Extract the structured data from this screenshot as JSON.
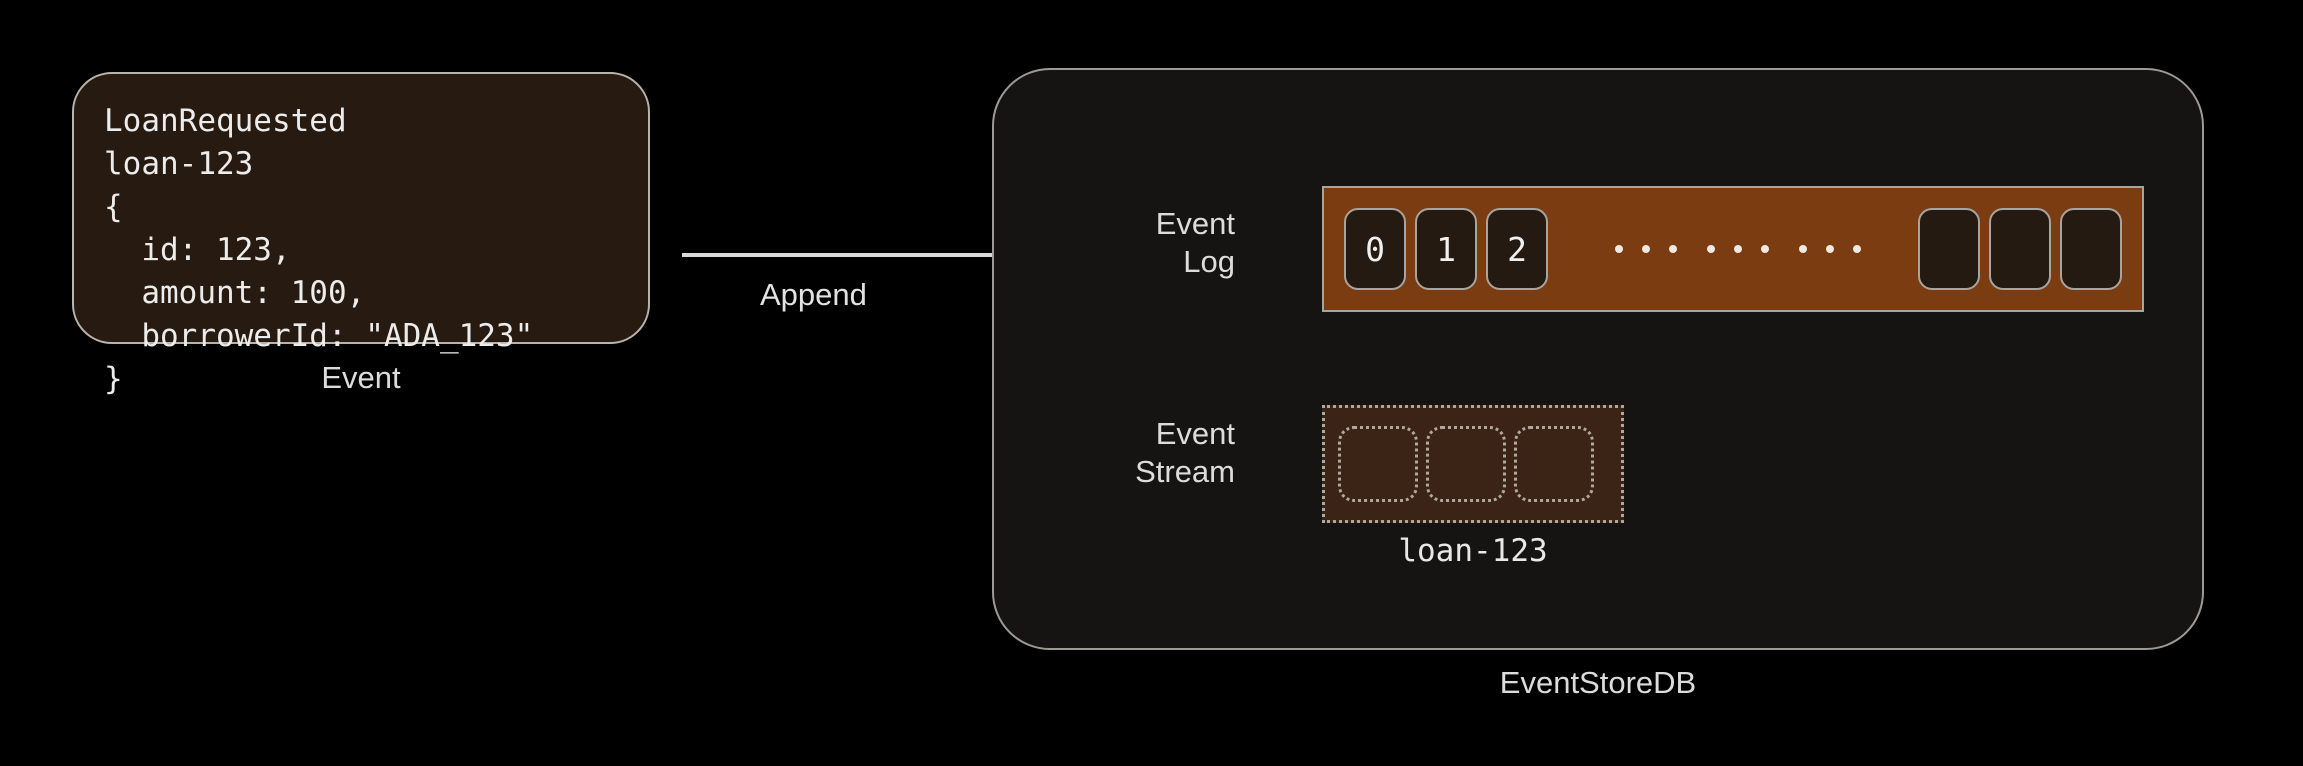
{
  "diagram": {
    "title": "Event append to EventStoreDB",
    "background_color": "#000000"
  },
  "event_card": {
    "name": "LoanRequested",
    "stream_id": "loan-123",
    "open_brace": "{",
    "close_brace": "}",
    "fields": [
      "  id: 123,",
      "  amount: 100,",
      "  borrowerId: \"ADA_123\""
    ],
    "code_text": "LoanRequested\nloan-123\n{\n  id: 123,\n  amount: 100,\n  borrowerId: \"ADA_123\"\n}",
    "caption": "Event",
    "fill_color": "#261a11",
    "border_color": "#b9b3ab"
  },
  "arrow": {
    "label": "Append",
    "color": "#d9d9d9",
    "targets": [
      "Event Log",
      "Event Stream"
    ]
  },
  "store": {
    "caption": "EventStoreDB",
    "fill_color": "#161412",
    "border_color": "#9d9a96",
    "event_log": {
      "label": "Event\nLog",
      "bar_color": "#7a3c10",
      "cells": [
        "0",
        "1",
        "2"
      ],
      "ellipsis_groups": 3,
      "ellipsis_dots_per_group": 3,
      "empty_cells": 3
    },
    "event_stream": {
      "label": "Event\nStream",
      "fill_color": "#3b2416",
      "border_style": "dotted",
      "empty_cells": 3,
      "stream_name": "loan-123"
    }
  }
}
